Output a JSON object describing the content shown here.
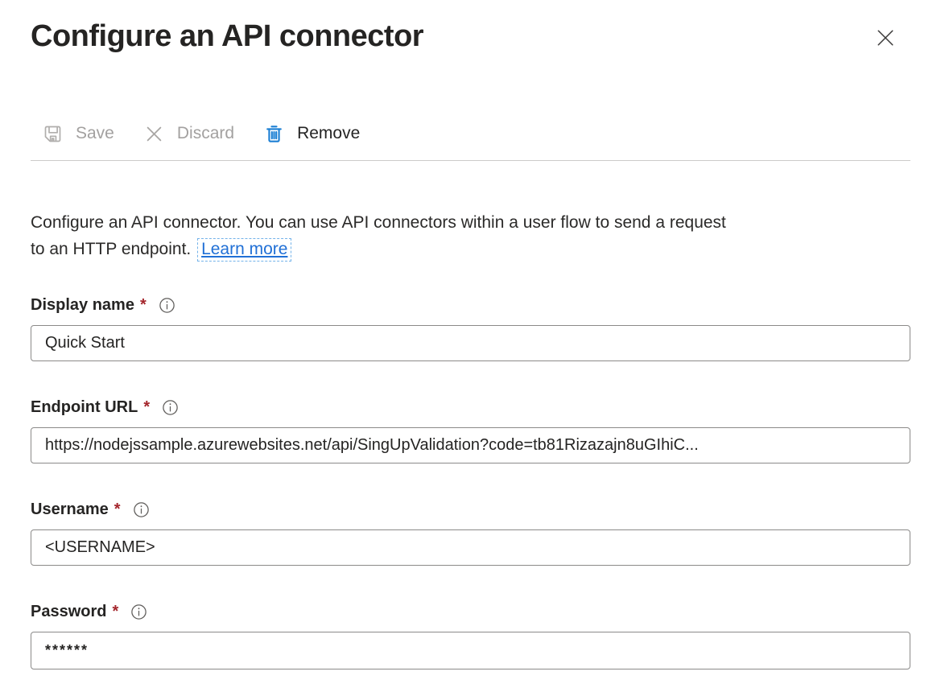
{
  "page": {
    "title": "Configure an API connector"
  },
  "toolbar": {
    "save_label": "Save",
    "discard_label": "Discard",
    "remove_label": "Remove",
    "save_enabled": false,
    "discard_enabled": false,
    "remove_enabled": true
  },
  "description": {
    "line1": "Configure an API connector. You can use API connectors within a user flow to send a request",
    "line2": "to an HTTP endpoint.",
    "learn_more_label": "Learn more"
  },
  "form": {
    "fields": [
      {
        "label": "Display name",
        "required": "*",
        "value": "Quick Start",
        "type": "text"
      },
      {
        "label": "Endpoint URL",
        "required": "*",
        "value": "https://nodejssample.azurewebsites.net/api/SingUpValidation?code=tb81Rizazajn8uGIhiC...",
        "type": "url"
      },
      {
        "label": "Username",
        "required": "*",
        "value": "<USERNAME>",
        "type": "text"
      },
      {
        "label": "Password",
        "required": "*",
        "value": "******",
        "type": "password"
      }
    ]
  },
  "icons": {
    "close": "close-icon",
    "save": "save-floppy-icon",
    "discard": "x-icon",
    "remove": "trash-icon",
    "info": "info-circle-icon"
  },
  "colors": {
    "accent_blue": "#1b7fd4",
    "link_blue": "#2170d6",
    "link_focus_dash": "#74b3ea",
    "required_red": "#a4262c",
    "text_dark": "#252423",
    "disabled_gray": "#a3a1a0",
    "input_border": "#8b8a89",
    "divider": "#cccbca"
  }
}
